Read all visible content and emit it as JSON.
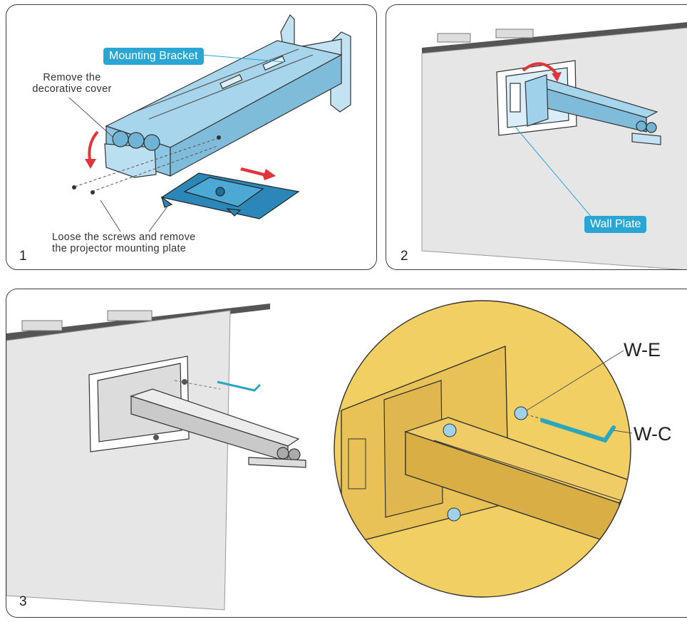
{
  "panel1": {
    "step": "1",
    "mounting_bracket": "Mounting Bracket",
    "remove_cover_l1": "Remove the",
    "remove_cover_l2": "decorative cover",
    "loose_l1": "Loose the screws and remove",
    "loose_l2": "the projector mounting plate"
  },
  "panel2": {
    "step": "2",
    "wall_plate": "Wall Plate"
  },
  "panel3": {
    "step": "3",
    "we": "W-E",
    "wc": "W-C"
  },
  "colors": {
    "bracket": "#9fd2ea",
    "callout": "#2aa6d4",
    "zoom": "#f2cf62",
    "arrow": "#e0353a",
    "wrench": "#2aa6bf"
  }
}
